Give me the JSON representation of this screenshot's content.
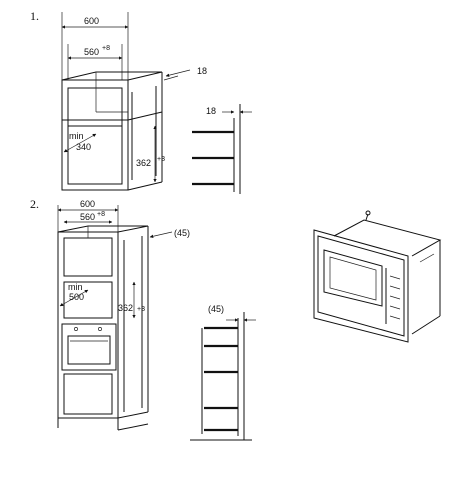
{
  "step1": {
    "number": "1.",
    "width_total": "600",
    "width_inner": "560",
    "width_inner_tol": "+8",
    "side_gap": "18",
    "rail_offset": "18",
    "depth_label_min": "min",
    "depth_min": "340",
    "height_opening": "362",
    "height_tol": "+3"
  },
  "step2": {
    "number": "2.",
    "width_total": "600",
    "width_inner": "560",
    "width_inner_tol": "+8",
    "side_gap": "(45)",
    "rail_offset": "(45)",
    "depth_label_min": "min",
    "depth_min": "500",
    "height_opening": "362",
    "height_tol": "+3"
  }
}
